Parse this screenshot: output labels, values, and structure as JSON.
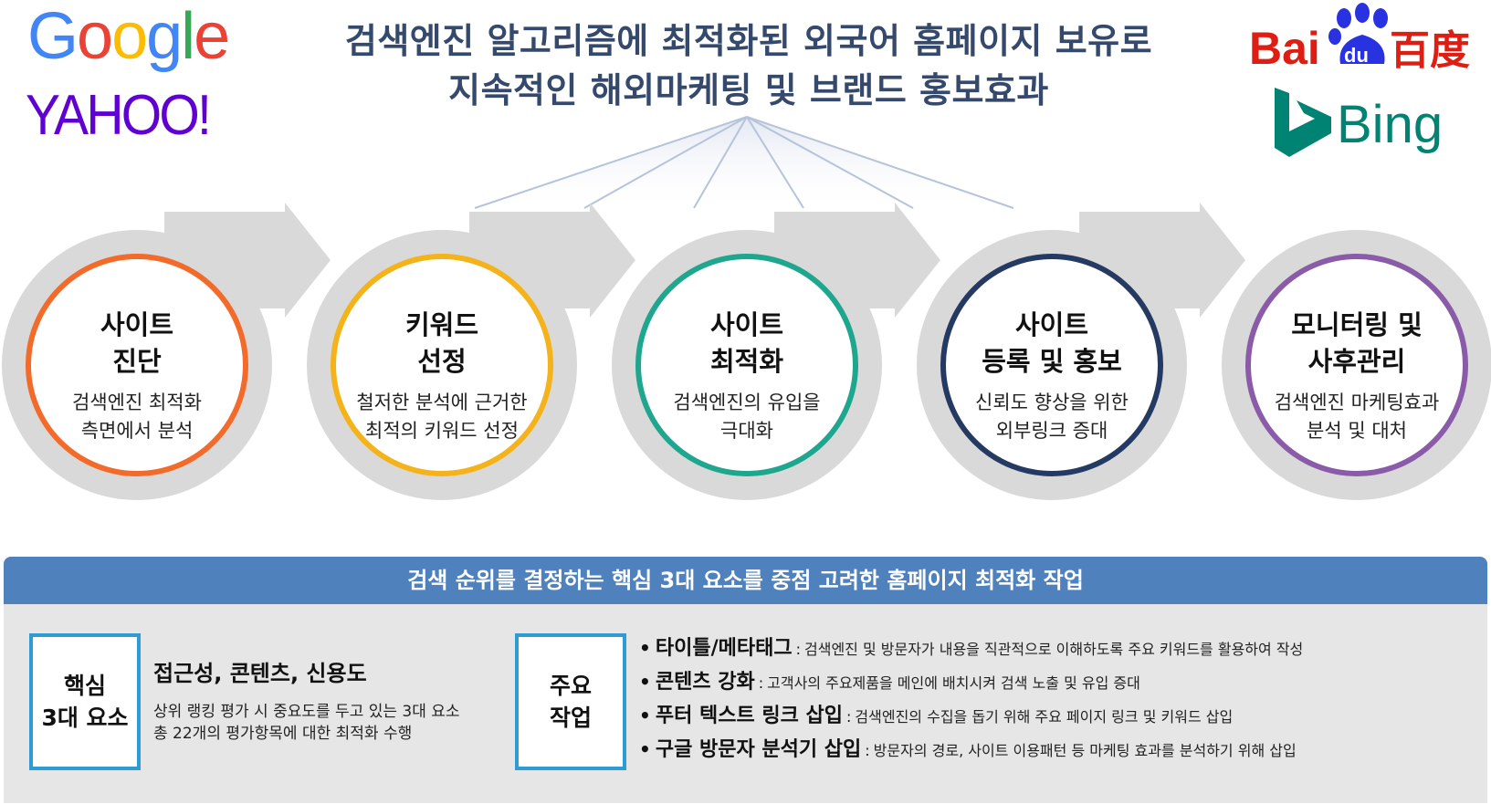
{
  "header": {
    "title_line1": "검색엔진 알고리즘에 최적화된 외국어 홈페이지 보유로",
    "title_line2": "지속적인 해외마케팅 및 브랜드 홍보효과"
  },
  "logos": {
    "google": [
      "G",
      "o",
      "o",
      "g",
      "l",
      "e"
    ],
    "google_colors": [
      "#4285f4",
      "#ea4335",
      "#fbbc05",
      "#4285f4",
      "#34a853",
      "#ea4335"
    ],
    "yahoo": "YAHOO!",
    "yahoo_color": "#5f01d1",
    "baidu_text": "Bai",
    "baidu_paw_text": "du",
    "baidu_cn": "百度",
    "baidu_color": "#de1e13",
    "baidu_paw_color": "#2932e1",
    "bing": "Bing",
    "bing_color": "#008373"
  },
  "steps": [
    {
      "title_line1": "사이트",
      "title_line2": "진단",
      "desc_line1": "검색엔진 최적화",
      "desc_line2": "측면에서 분석",
      "color": "#f26b2a"
    },
    {
      "title_line1": "키워드",
      "title_line2": "선정",
      "desc_line1": "철저한 분석에 근거한",
      "desc_line2": "최적의 키워드 선정",
      "color": "#f5b31b"
    },
    {
      "title_line1": "사이트",
      "title_line2": "최적화",
      "desc_line1": "검색엔진의 유입을",
      "desc_line2": "극대화",
      "color": "#1ea68e"
    },
    {
      "title_line1": "사이트",
      "title_line2": "등록 및 홍보",
      "desc_line1": "신뢰도 향상을 위한",
      "desc_line2": "외부링크 증대",
      "color": "#253a63"
    },
    {
      "title_line1": "모니터링 및",
      "title_line2": "사후관리",
      "desc_line1": "검색엔진 마케팅효과",
      "desc_line2": "분석 및 대처",
      "color": "#8a5ba8"
    }
  ],
  "banner": "검색 순위를 결정하는 핵심 3대 요소를 중점 고려한 홈페이지 최적화 작업",
  "key_elements": {
    "box_line1": "핵심",
    "box_line2": "3대 요소",
    "heading": "접근성, 콘텐츠, 신용도",
    "desc_line1": "상위 랭킹 평가 시 중요도를 두고 있는 3대 요소",
    "desc_line2": "총 22개의 평가항목에 대한 최적화 수행"
  },
  "main_tasks": {
    "box_line1": "주요",
    "box_line2": "작업",
    "items": [
      {
        "name": "타이틀/메타태그",
        "desc": "검색엔진 및 방문자가 내용을 직관적으로 이해하도록 주요 키워드를 활용하여 작성"
      },
      {
        "name": "콘텐츠 강화",
        "desc": "고객사의 주요제품을 메인에 배치시켜 검색 노출 및 유입 증대"
      },
      {
        "name": "푸터 텍스트 링크 삽입",
        "desc": "검색엔진의 수집을 돕기 위해 주요 페이지 링크 및 키워드 삽입"
      },
      {
        "name": "구글 방문자 분석기 삽입",
        "desc": "방문자의 경로, 사이트 이용패턴 등 마케팅 효과를 분석하기 위해 삽입"
      }
    ],
    "bullet": "•",
    "separator": ":"
  }
}
